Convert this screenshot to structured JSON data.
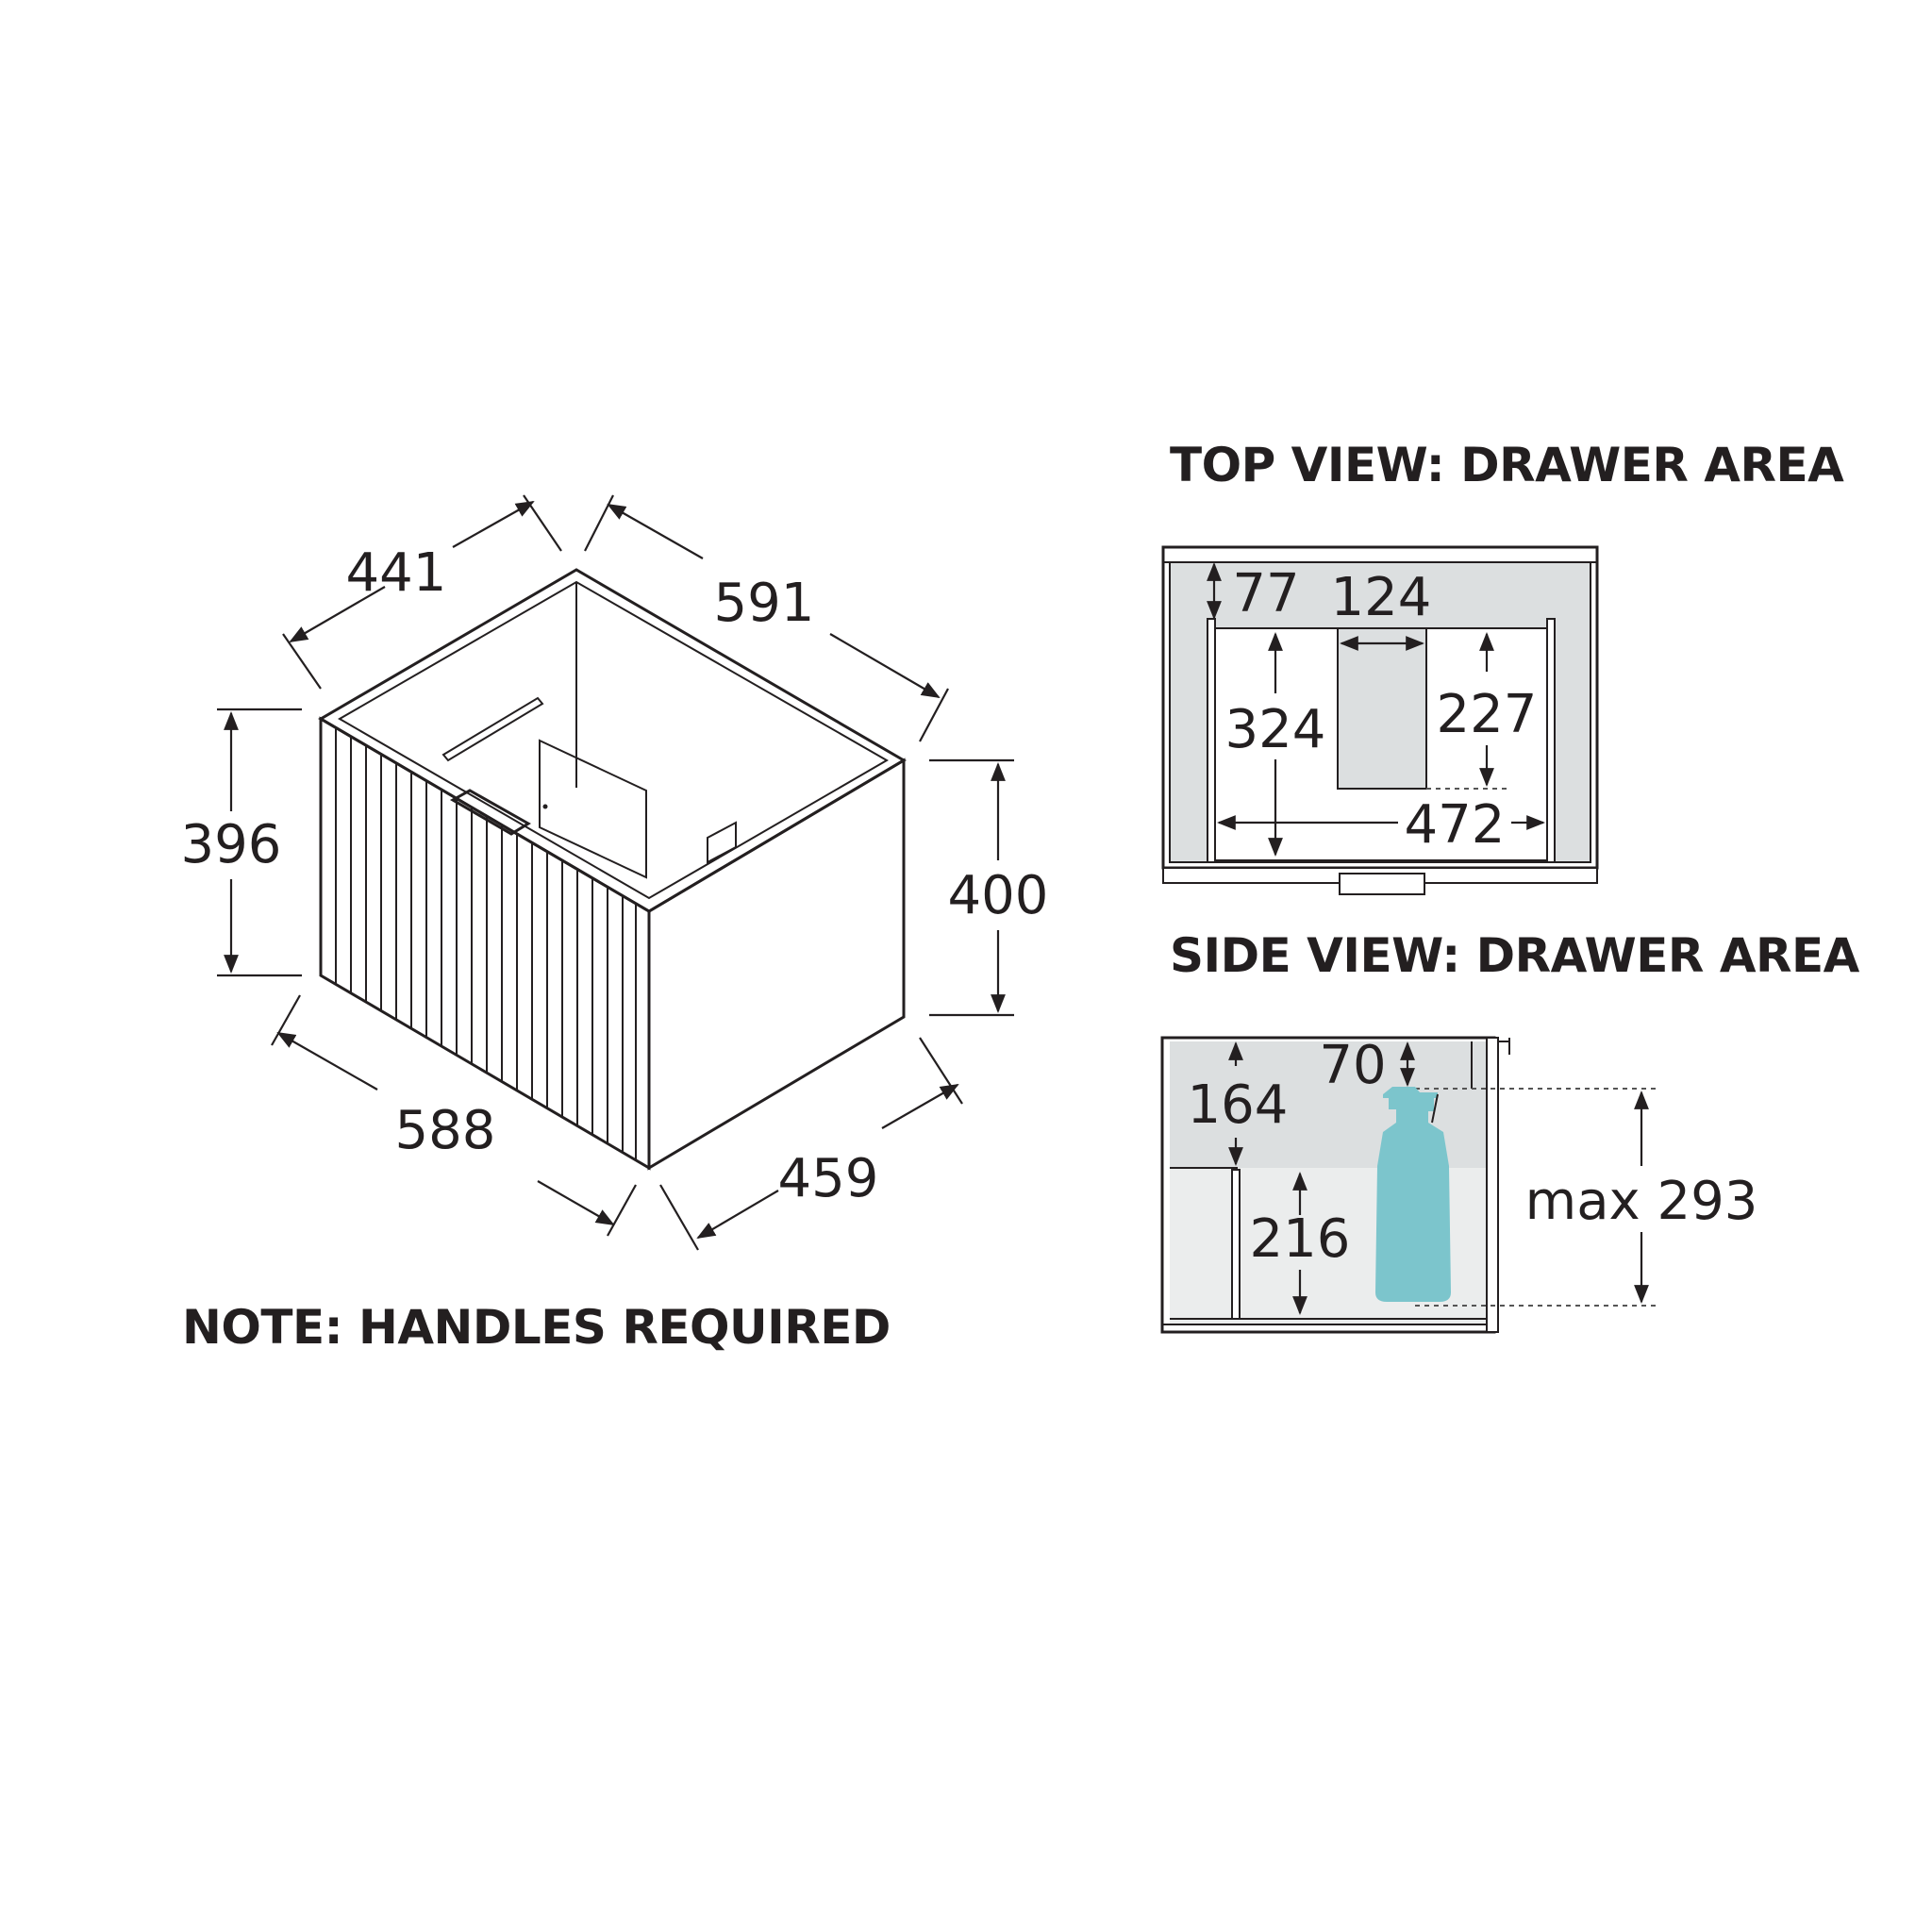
{
  "headings": {
    "top_view": "TOP VIEW: DRAWER AREA",
    "side_view": "SIDE VIEW: DRAWER AREA",
    "note": "NOTE: HANDLES REQUIRED"
  },
  "cabinet_dimensions": {
    "depth_top": "441",
    "width_top": "591",
    "height_left": "396",
    "height_right": "400",
    "width_bottom": "588",
    "depth_bottom": "459"
  },
  "top_view_dimensions": {
    "front_gap": "77",
    "cutout_width": "124",
    "drawer_depth": "324",
    "cutout_depth": "227",
    "drawer_width": "472"
  },
  "side_view_dimensions": {
    "upper_height": "164",
    "clearance": "70",
    "drawer_height": "216",
    "max_item_height": "max 293"
  },
  "colors": {
    "line": "#231f20",
    "panel_grey": "#dcdfe0",
    "light_grey": "#ebeded",
    "bottle": "#7cc5cc"
  },
  "icons": {
    "bottle": "soap-bottle-icon"
  }
}
